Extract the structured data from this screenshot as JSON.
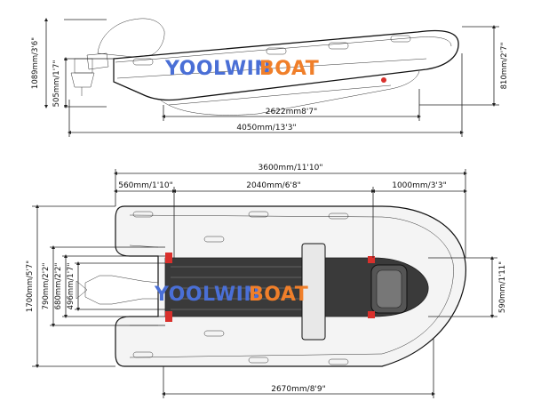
{
  "brand": {
    "logo_part1": "YOOLWIN",
    "logo_part2": "BOAT",
    "color_part1": "#4a6fd6",
    "color_part2": "#f07f2a"
  },
  "side_view": {
    "overall_height": "1089mm/3'6\"",
    "transom_height": "505mm/1'7\"",
    "tube_height": "810mm/2'7\"",
    "hull_length": "2622mm8'7\"",
    "overall_length": "4050mm/13'3\""
  },
  "top_view": {
    "overall_length": "3600mm/11'10\"",
    "rear_section": "560mm/1'10\"",
    "middle_section": "2040mm/6'8\"",
    "front_section": "1000mm/3'3\"",
    "overall_width": "1700mm/5'7\"",
    "inner_width_790": "790mm/2'2\"",
    "inner_width_680": "680mm/2'2\"",
    "inner_width_496": "496mm/1'7\"",
    "bow_width": "590mm/1'11\"",
    "floor_length": "2670mm/8'9\""
  },
  "colors": {
    "accent_red": "#d9302c",
    "line": "#222222",
    "floor": "#3a3a3a"
  }
}
